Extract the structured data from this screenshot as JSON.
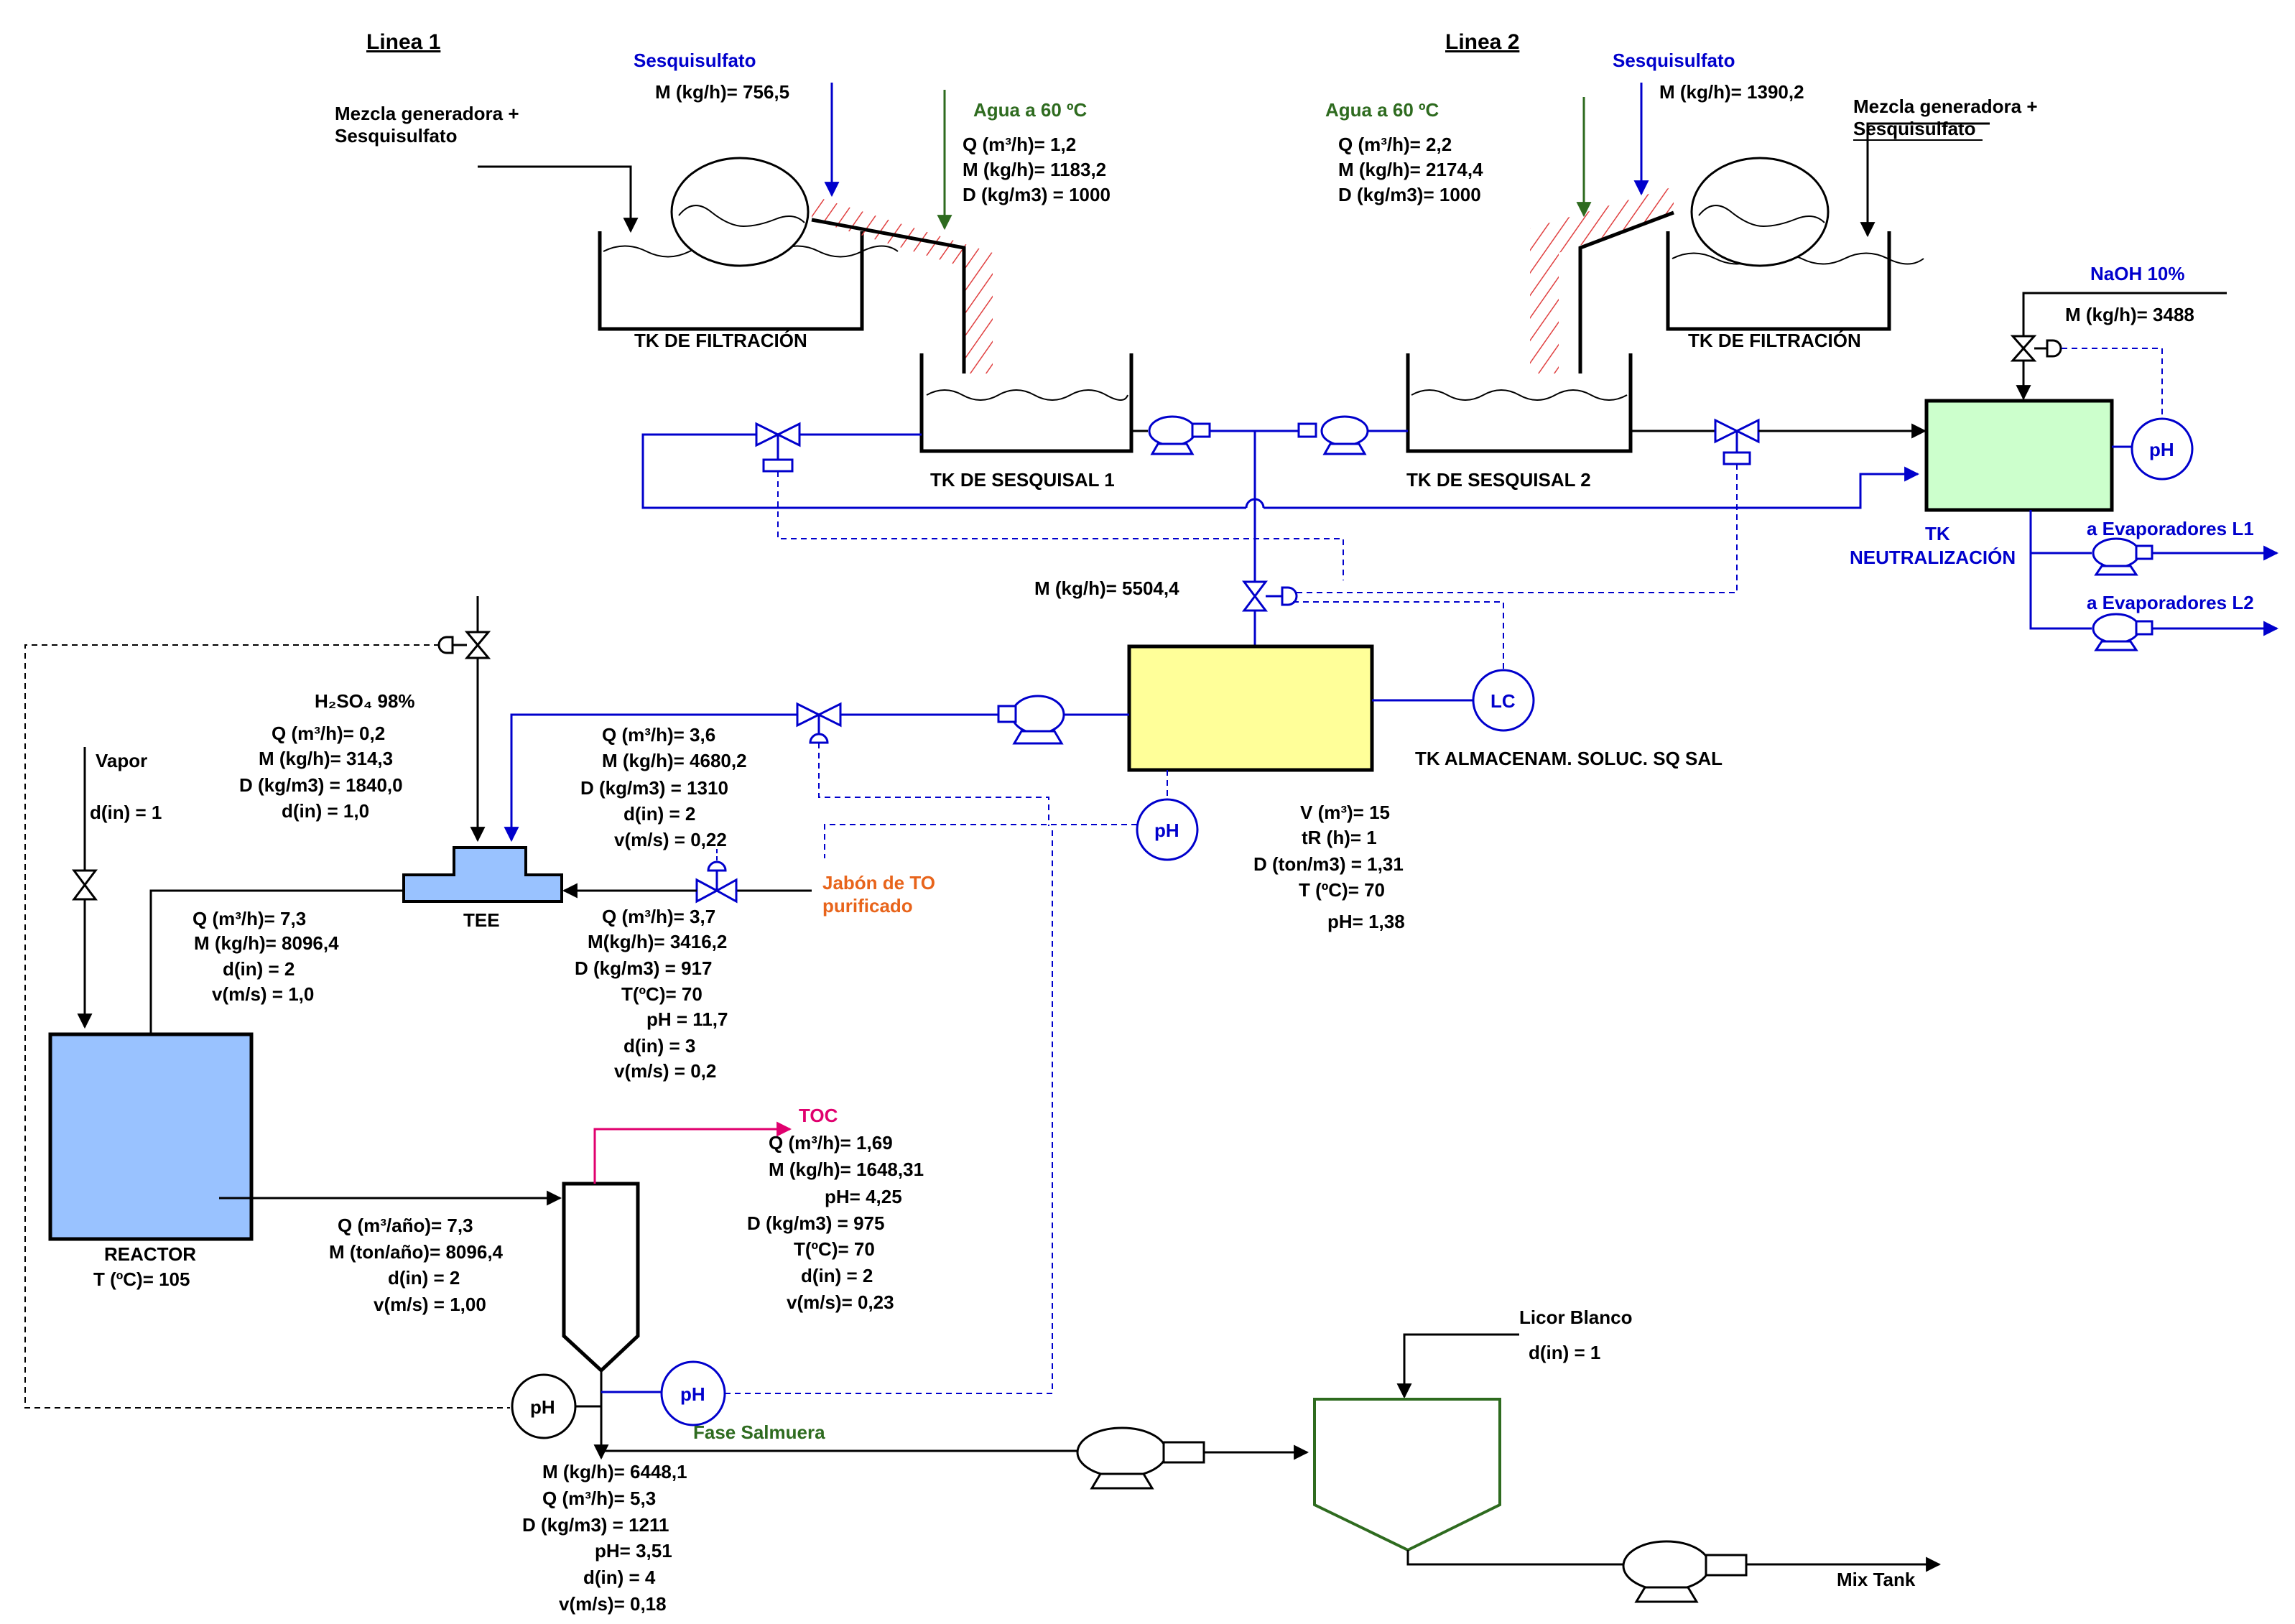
{
  "titles": {
    "line1": "Linea 1",
    "line2": "Linea 2"
  },
  "line1": {
    "sesquisulfato_label": "Sesquisulfato",
    "sesquisulfato_m": "M (kg/h)=  756,5",
    "mezcla_1": "Mezcla generadora +",
    "mezcla_2": "Sesquisulfato",
    "agua_title": "Agua a 60 ºC",
    "agua_q": "Q (m³/h)=     1,2",
    "agua_m": "M (kg/h)=     1183,2",
    "agua_d": "D (kg/m3) = 1000",
    "tk_filtracion": "TK DE FILTRACIÓN",
    "tk_sesquisal": "TK DE SESQUISAL 1"
  },
  "line2": {
    "sesquisulfato_label": "Sesquisulfato",
    "sesquisulfato_m": "M (kg/h)=      1390,2",
    "mezcla_1": "Mezcla generadora +",
    "mezcla_2": "Sesquisulfato",
    "agua_title": "Agua a 60 ºC",
    "agua_q": "Q (m³/h)=       2,2",
    "agua_m": "M (kg/h)=       2174,4",
    "agua_d": "D (kg/m3)=    1000",
    "tk_filtracion": "TK DE FILTRACIÓN",
    "tk_sesquisal": "TK DE SESQUISAL 2"
  },
  "naoh": {
    "title": "NaOH 10%",
    "m": "M (kg/h)=      3488"
  },
  "neutralizacion": {
    "line1": "TK",
    "line2": "NEUTRALIZACIÓN",
    "evap1": "a Evaporadores L1",
    "evap2": "a Evaporadores L2"
  },
  "instruments": {
    "ph": "pH",
    "lc": "LC"
  },
  "feed_mass": "M (kg/h)=     5504,4",
  "almacenam": {
    "title": "TK ALMACENAM. SOLUC. SQ SAL",
    "v": "V (m³)= 15",
    "tr": "tR (h)=  1",
    "d": "D (ton/m3) = 1,31",
    "t": "T (ºC)= 70",
    "ph": "pH= 1,38"
  },
  "h2so4": {
    "title": "H₂SO₄ 98%",
    "q": "Q (m³/h)= 0,2",
    "m": "M (kg/h)= 314,3",
    "d": "D (kg/m3) = 1840,0",
    "din": "d(in) =  1,0"
  },
  "vapor": {
    "title": "Vapor",
    "din": "d(in) =  1"
  },
  "solution_stream": {
    "q": "Q (m³/h)= 3,6",
    "m": "M (kg/h)= 4680,2",
    "d": "D (kg/m3) = 1310",
    "din": "d(in) =  2",
    "v": "v(m/s) = 0,22"
  },
  "tee": {
    "label": "TEE"
  },
  "jabon": {
    "line1": "Jabón de TO",
    "line2": "purificado",
    "q": "Q (m³/h)= 3,7",
    "m": "M(kg/h)=    3416,2",
    "d": "D (kg/m3) =  917",
    "t": "T(ºC)=  70",
    "ph": "pH = 11,7",
    "din": "d(in) =  3",
    "v": "v(m/s) = 0,2"
  },
  "reactor_feed": {
    "q": "Q (m³/h)= 7,3",
    "m": "M (kg/h)= 8096,4",
    "din": "d(in) = 2",
    "v": "v(m/s) = 1,0"
  },
  "reactor": {
    "label": "REACTOR",
    "t": "T (ºC)=     105"
  },
  "reactor_out": {
    "q": "Q (m³/año)= 7,3",
    "m": "M (ton/año)= 8096,4",
    "din": "d(in) = 2",
    "v": "v(m/s) =        1,00"
  },
  "toc": {
    "title": "TOC",
    "q": "Q (m³/h)= 1,69",
    "m": "M (kg/h)=   1648,31",
    "ph": "pH= 4,25",
    "d": "D (kg/m3) = 975",
    "t": "T(ºC)= 70",
    "din": "d(in) = 2",
    "v": "v(m/s)= 0,23"
  },
  "salmuera": {
    "title": "Fase Salmuera",
    "m": "M (kg/h)= 6448,1",
    "q": "Q (m³/h)= 5,3",
    "d": "D (kg/m3) = 1211",
    "ph": "pH= 3,51",
    "din": "d(in) = 4",
    "v": "v(m/s)= 0,18"
  },
  "licor": {
    "title": "Licor Blanco",
    "din": "d(in) = 1"
  },
  "mix_tank": "Mix Tank",
  "colors": {
    "process_line": "#000000",
    "blue_line": "#0000cc",
    "green_label": "#2e6b1f",
    "orange_label": "#e8641b",
    "pink_label": "#e0006e",
    "hatch": "#e04040",
    "neutralizacion_fill": "#ccffcc",
    "almacenam_fill": "#ffff99",
    "tee_fill": "#99c2ff",
    "reactor_fill": "#99c2ff"
  }
}
